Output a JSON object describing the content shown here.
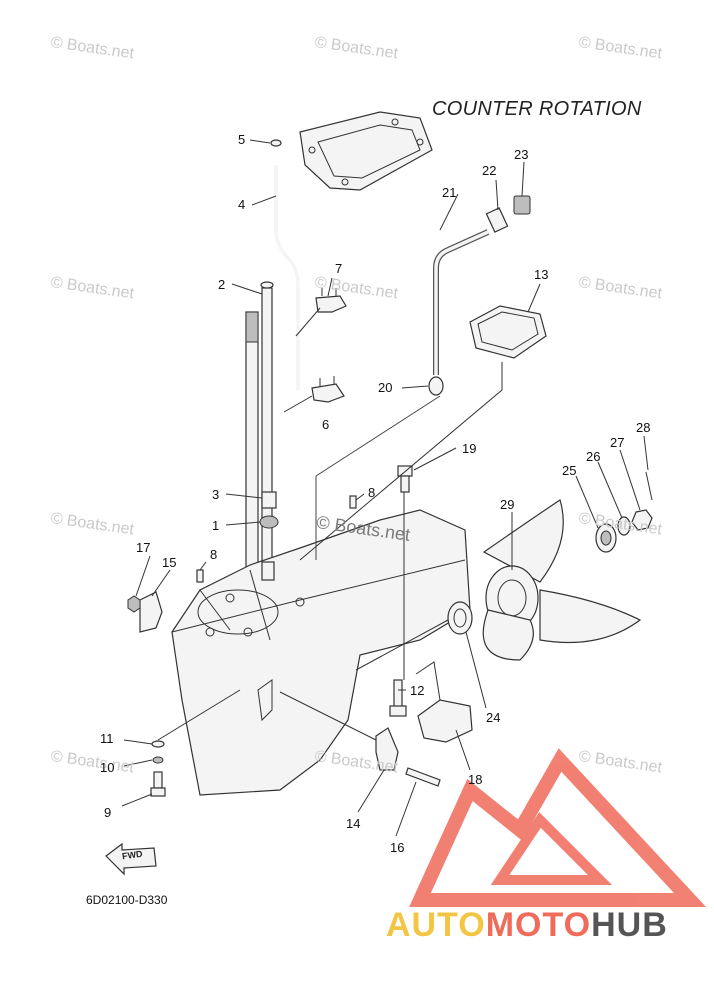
{
  "title": "COUNTER ROTATION",
  "diagram_code": "6D02100-D330",
  "fwd_label": "FWD",
  "watermark": "© Boats.net",
  "brand": {
    "part1": "AUTO",
    "part2": "MOTO",
    "part3": "HUB"
  },
  "parts": {
    "p1": "1",
    "p2": "2",
    "p3": "3",
    "p4": "4",
    "p5": "5",
    "p6": "6",
    "p7": "7",
    "p8a": "8",
    "p8b": "8",
    "p9": "9",
    "p10": "10",
    "p11": "11",
    "p12": "12",
    "p13": "13",
    "p14": "14",
    "p15": "15",
    "p16": "16",
    "p17": "17",
    "p18": "18",
    "p19": "19",
    "p20": "20",
    "p21": "21",
    "p22": "22",
    "p23": "23",
    "p24": "24",
    "p25": "25",
    "p26": "26",
    "p27": "27",
    "p28": "28",
    "p29": "29"
  },
  "colors": {
    "logo_red": "#ef6b5a",
    "logo_yellow": "#f4c542",
    "logo_gray": "#555555"
  }
}
